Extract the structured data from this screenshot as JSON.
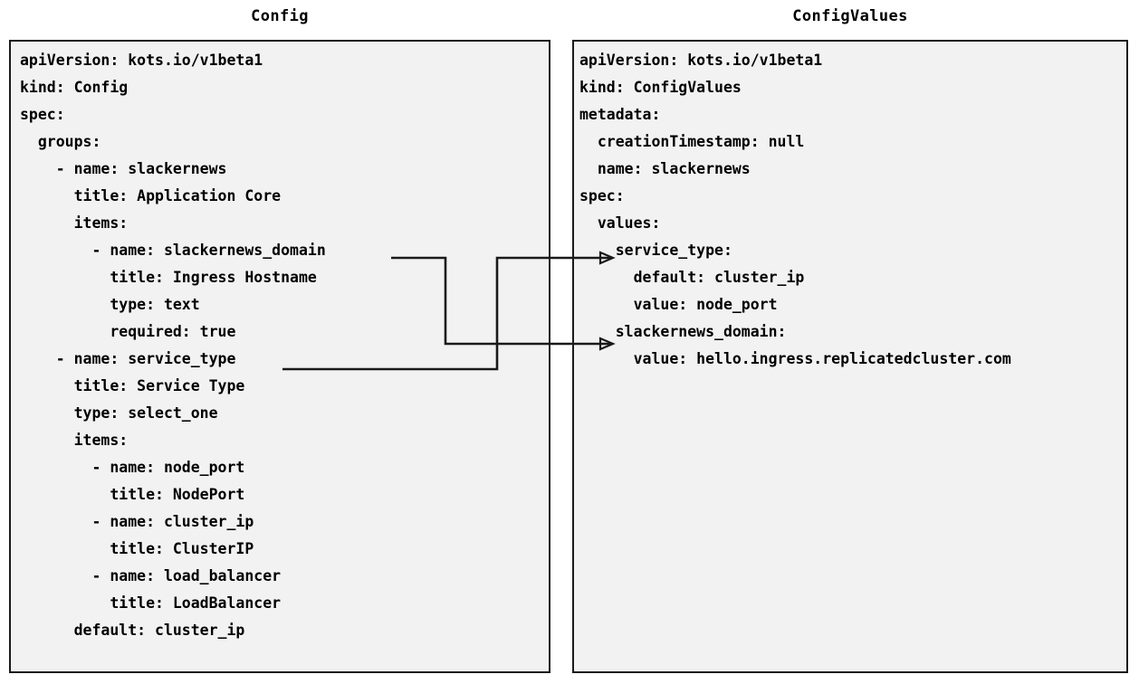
{
  "diagram": {
    "title_left": "Config",
    "title_right": "ConfigValues",
    "background_color": "#ffffff",
    "panel_fill_color": "#f2f2f2",
    "panel_border_color": "#1a1a1a",
    "text_color": "#000000",
    "connector_color": "#1a1a1a"
  },
  "left_panel": {
    "title": "Config",
    "lines": [
      "apiVersion: kots.io/v1beta1",
      "kind: Config",
      "spec:",
      "  groups:",
      "    - name: slackernews",
      "      title: Application Core",
      "      items:",
      "        - name: slackernews_domain",
      "          title: Ingress Hostname",
      "          type: text",
      "          required: true",
      "    - name: service_type",
      "      title: Service Type",
      "      type: select_one",
      "      items:",
      "        - name: node_port",
      "          title: NodePort",
      "        - name: cluster_ip",
      "          title: ClusterIP",
      "        - name: load_balancer",
      "          title: LoadBalancer",
      "      default: cluster_ip"
    ]
  },
  "right_panel": {
    "title": "ConfigValues",
    "lines": [
      "apiVersion: kots.io/v1beta1",
      "kind: ConfigValues",
      "metadata:",
      "  creationTimestamp: null",
      "  name: slackernews",
      "spec:",
      "  values:",
      "    service_type:",
      "      default: cluster_ip",
      "      value: node_port",
      "    slackernews_domain:",
      "      value: hello.ingress.replicatedcluster.com"
    ]
  },
  "connectors": [
    {
      "name": "slackernews-domain-to-slackernews-domain",
      "from_label": "slackernews_domain",
      "to_label": "slackernews_domain:"
    },
    {
      "name": "service-type-to-service-type",
      "from_label": "service_type",
      "to_label": "service_type:"
    }
  ]
}
